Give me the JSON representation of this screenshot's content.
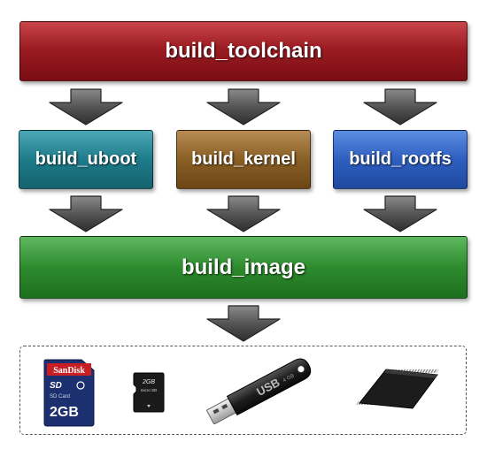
{
  "stages": {
    "toolchain": "build_toolchain",
    "uboot": "build_uboot",
    "kernel": "build_kernel",
    "rootfs": "build_rootfs",
    "image": "build_image"
  },
  "devices": {
    "sd_card": {
      "brand": "SanDisk",
      "type": "SD",
      "sublabel": "SD Card",
      "capacity": "2GB"
    },
    "microsd": {
      "capacity": "2GB",
      "type": "micro SD"
    },
    "usb_drive": {
      "label": "USB",
      "capacity": "4 GB"
    },
    "flash_chip": {}
  },
  "icons": [
    "arrow-down-icon",
    "sd-card-icon",
    "microsd-card-icon",
    "usb-drive-icon",
    "flash-chip-icon"
  ],
  "colors": {
    "toolchain": "#9b1c22",
    "uboot": "#1e7c8a",
    "kernel": "#8a5f25",
    "rootfs": "#2e5fc0",
    "image": "#2e8b2e",
    "arrow": "#4a4a4a"
  }
}
